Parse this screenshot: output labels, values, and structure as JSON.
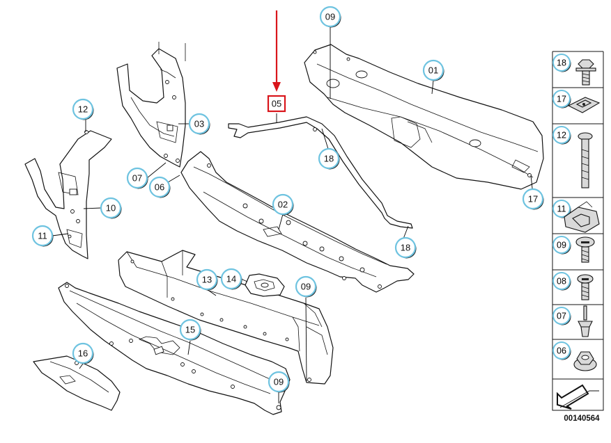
{
  "diagram": {
    "id": "00140564",
    "highlight_color": "#d9151b",
    "callout_ring_color": "#6ec3e0",
    "callouts": [
      {
        "key": "c09_top",
        "label": "09"
      },
      {
        "key": "c01",
        "label": "01"
      },
      {
        "key": "c05",
        "label": "05"
      },
      {
        "key": "c12_left",
        "label": "12"
      },
      {
        "key": "c03",
        "label": "03"
      },
      {
        "key": "c18_mid",
        "label": "18"
      },
      {
        "key": "c07_left",
        "label": "07"
      },
      {
        "key": "c06_left",
        "label": "06"
      },
      {
        "key": "c17_main",
        "label": "17"
      },
      {
        "key": "c02",
        "label": "02"
      },
      {
        "key": "c10",
        "label": "10"
      },
      {
        "key": "c11_left",
        "label": "11"
      },
      {
        "key": "c18_low",
        "label": "18"
      },
      {
        "key": "c13",
        "label": "13"
      },
      {
        "key": "c14",
        "label": "14"
      },
      {
        "key": "c09_mid",
        "label": "09"
      },
      {
        "key": "c15",
        "label": "15"
      },
      {
        "key": "c16",
        "label": "16"
      },
      {
        "key": "c09_bottom",
        "label": "09"
      }
    ],
    "side_panel": [
      {
        "label": "18",
        "icon": "hex-flange-bolt-icon"
      },
      {
        "label": "17",
        "icon": "clip-plate-icon"
      },
      {
        "label": "12",
        "icon": "long-screw-icon"
      },
      {
        "label": "11",
        "icon": "spring-nut-icon"
      },
      {
        "label": "09",
        "icon": "pan-head-screw-icon"
      },
      {
        "label": "08",
        "icon": "hex-head-screw-icon"
      },
      {
        "label": "07",
        "icon": "expanding-rivet-icon"
      },
      {
        "label": "06",
        "icon": "hex-flange-nut-icon"
      }
    ]
  }
}
